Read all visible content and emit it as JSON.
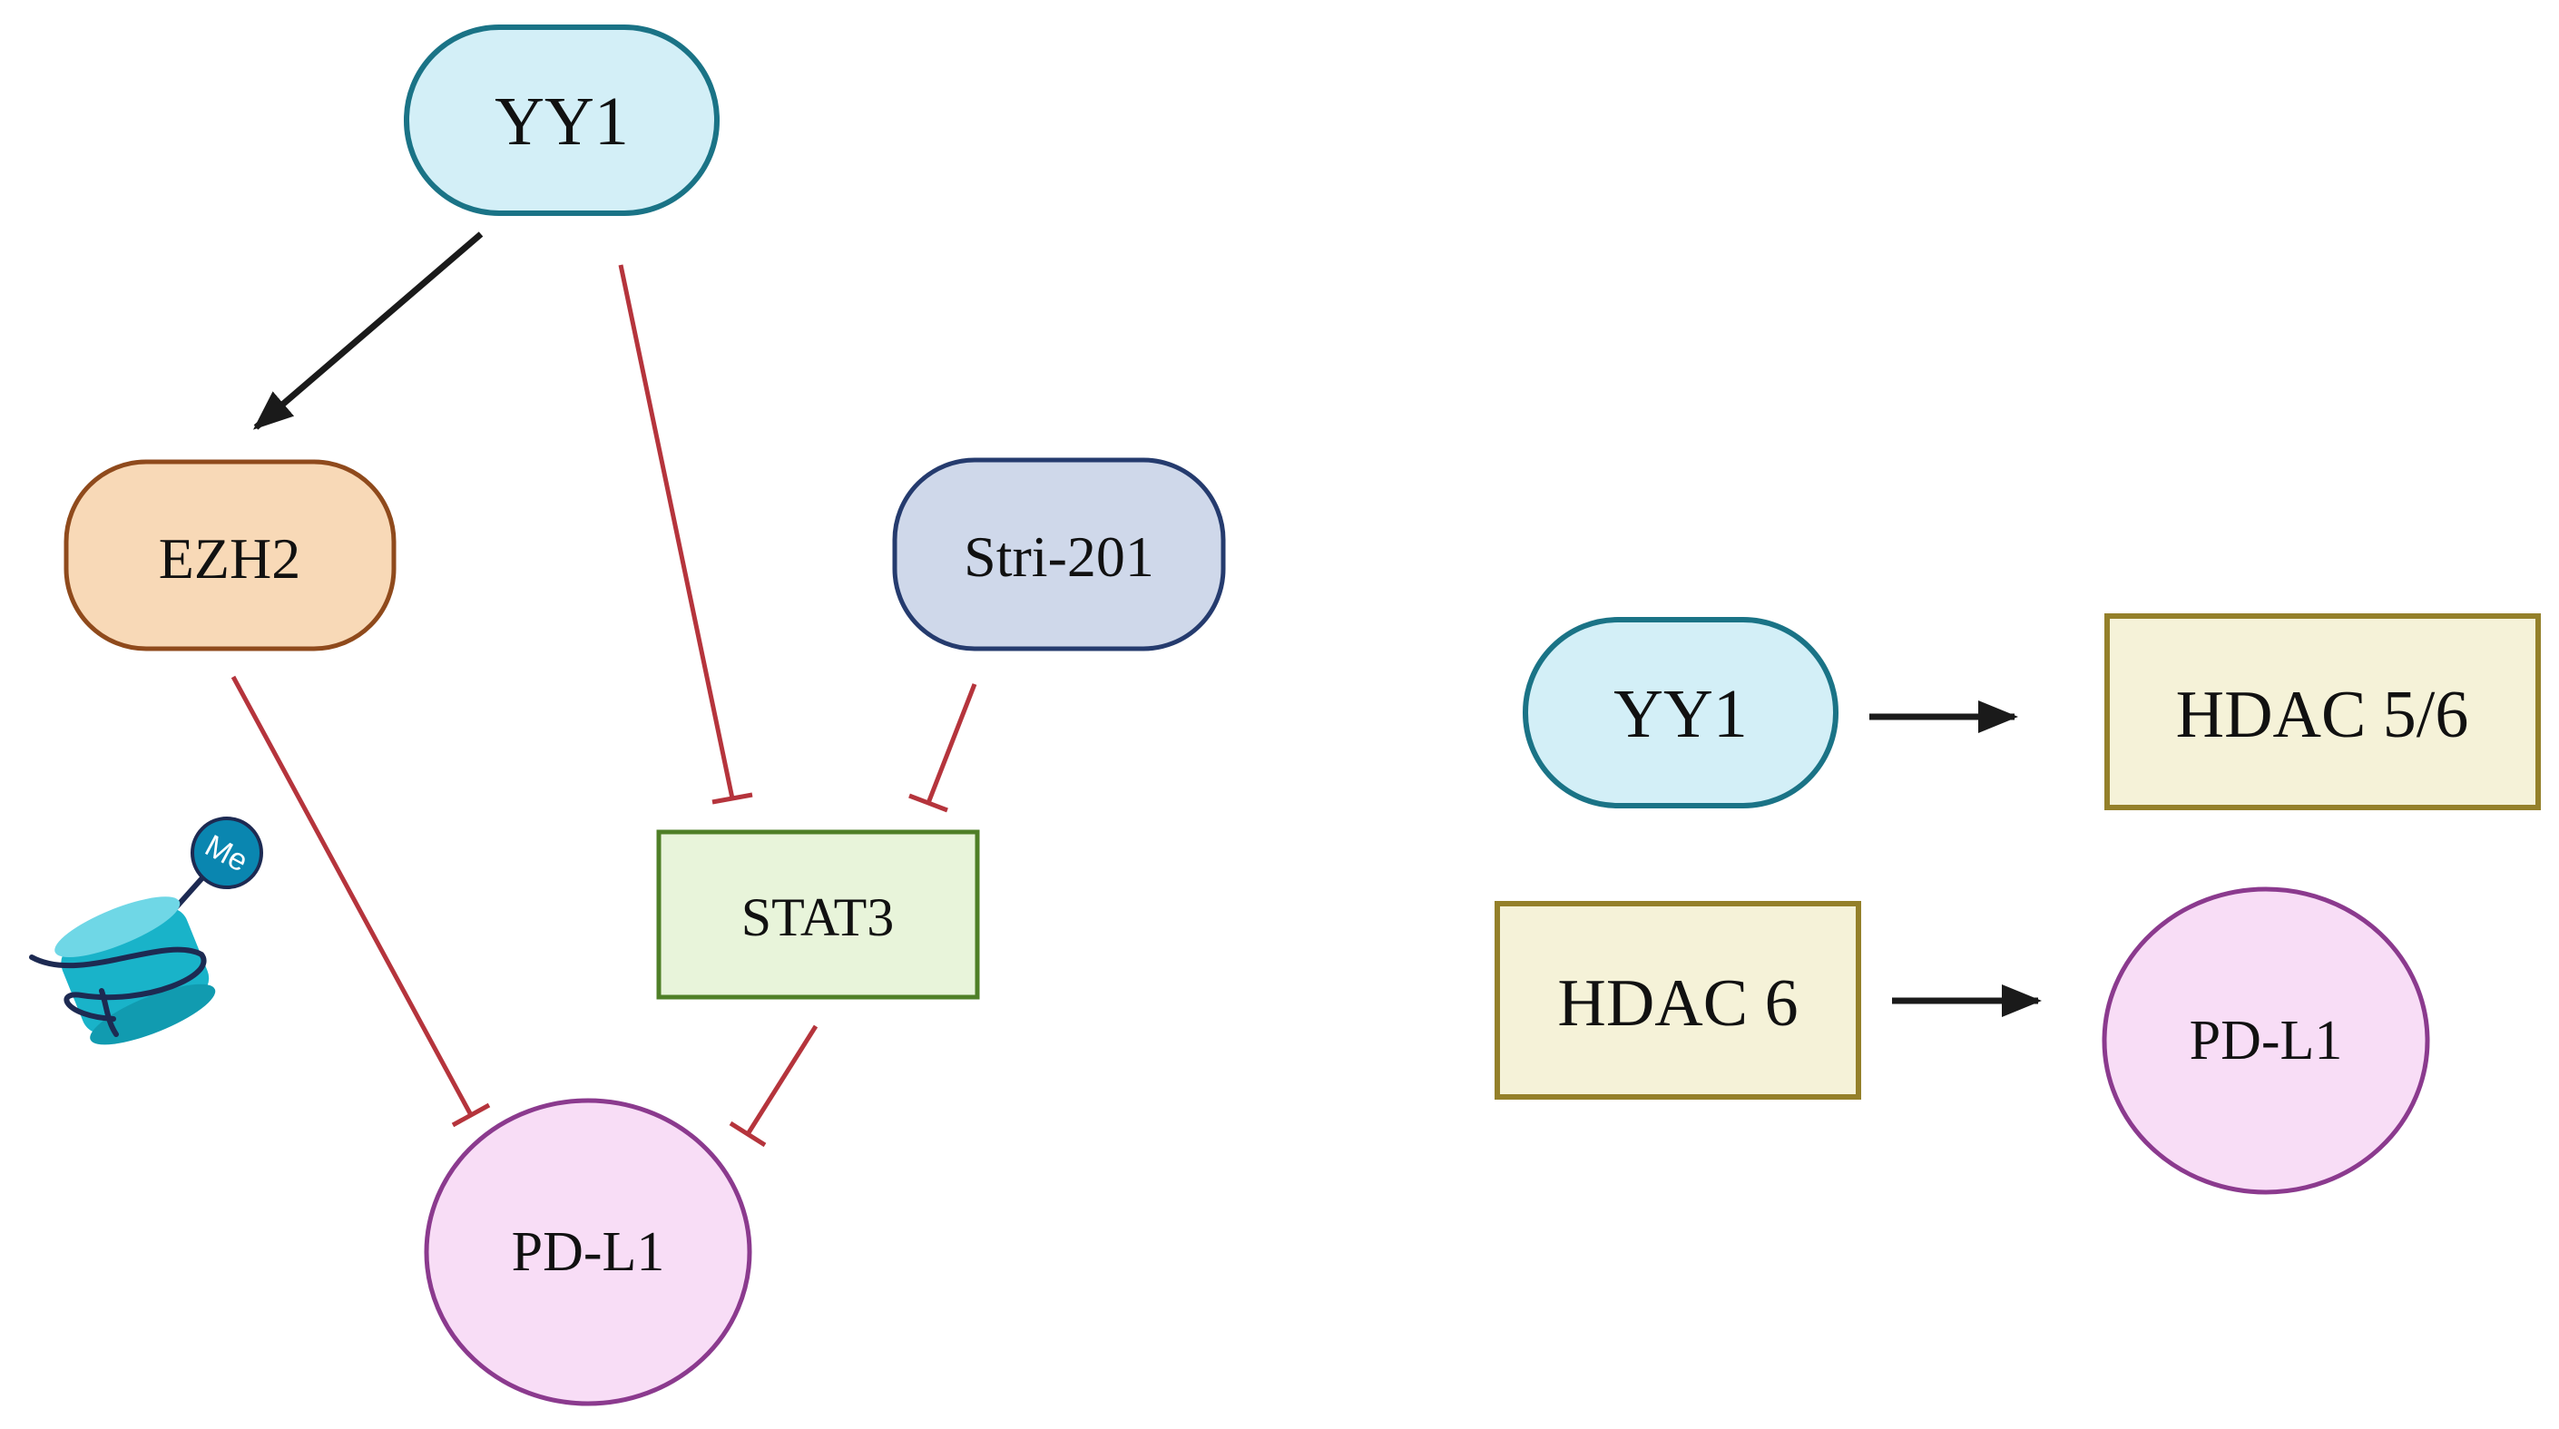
{
  "left_panel": {
    "yy1": "YY1",
    "ezh2": "EZH2",
    "stri201": "Stri-201",
    "stat3": "STAT3",
    "pdl1": "PD-L1",
    "nucleosome_mark": "Me"
  },
  "right_panel": {
    "row1": {
      "source": "YY1",
      "target": "HDAC 5/6"
    },
    "row2": {
      "source": "HDAC 6",
      "target": "PD-L1"
    }
  },
  "colors": {
    "yy1_fill": "#d3eff7",
    "yy1_stroke": "#1a7386",
    "ezh2_fill": "#f8d9b7",
    "ezh2_stroke": "#8f4a1c",
    "stri201_fill": "#cfd8ea",
    "stri201_stroke": "#253b6e",
    "stat3_fill": "#e8f4da",
    "stat3_stroke": "#4f7f27",
    "pdl1_fill": "#f8ddf6",
    "pdl1_stroke": "#8b3a8e",
    "hdac_fill": "#f5f2d8",
    "hdac_stroke": "#94802a",
    "activation": "#1a1a1a",
    "inhibition": "#b5343c",
    "nucleosome": "#19b3c9",
    "methyl_badge": "#0a86b0"
  },
  "edges": [
    {
      "from": "YY1",
      "to": "EZH2",
      "type": "activation"
    },
    {
      "from": "YY1",
      "to": "STAT3",
      "type": "inhibition"
    },
    {
      "from": "Stri-201",
      "to": "STAT3",
      "type": "inhibition"
    },
    {
      "from": "EZH2",
      "to": "PD-L1",
      "type": "inhibition"
    },
    {
      "from": "STAT3",
      "to": "PD-L1",
      "type": "inhibition"
    },
    {
      "from": "YY1",
      "to": "HDAC 5/6",
      "type": "activation"
    },
    {
      "from": "HDAC 6",
      "to": "PD-L1",
      "type": "activation"
    }
  ]
}
